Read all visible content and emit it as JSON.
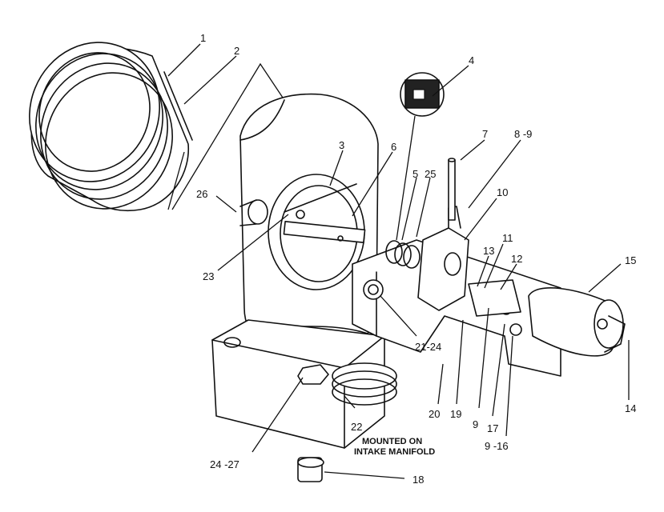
{
  "diagram": {
    "callouts": {
      "c1": "1",
      "c2": "2",
      "c3": "3",
      "c4": "4",
      "c5": "5",
      "c25": "25",
      "c6": "6",
      "c7": "7",
      "c89": "8 -9",
      "c10": "10",
      "c11": "11",
      "c12": "12",
      "c13": "13",
      "c15": "15",
      "c14": "14",
      "c26": "26",
      "c23": "23",
      "c2124": "21-24",
      "c20": "20",
      "c19": "19",
      "c9": "9",
      "c17": "17",
      "c916": "9 -16",
      "c22": "22",
      "c2427": "24 -27",
      "c18": "18"
    },
    "note_line1": "MOUNTED ON",
    "note_line2": "INTAKE MANIFOLD"
  }
}
